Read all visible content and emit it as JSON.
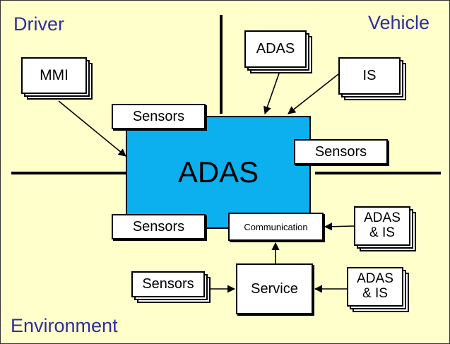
{
  "corners": {
    "driver": "Driver",
    "vehicle": "Vehicle",
    "environment": "Environment"
  },
  "center": {
    "label": "ADAS"
  },
  "boxes": {
    "mmi": "MMI",
    "adas_top": "ADAS",
    "is_top": "IS",
    "sensors_top": "Sensors",
    "sensors_right": "Sensors",
    "sensors_bottom_left": "Sensors",
    "communication": "Communication",
    "adas_is_right_upper": "ADAS\n& IS",
    "sensors_environment": "Sensors",
    "service": "Service",
    "adas_is_right_lower": "ADAS\n& IS"
  },
  "colors": {
    "background": "#ffffcc",
    "adas_fill": "#0db0ee",
    "corner_text": "#2e2e9e"
  }
}
